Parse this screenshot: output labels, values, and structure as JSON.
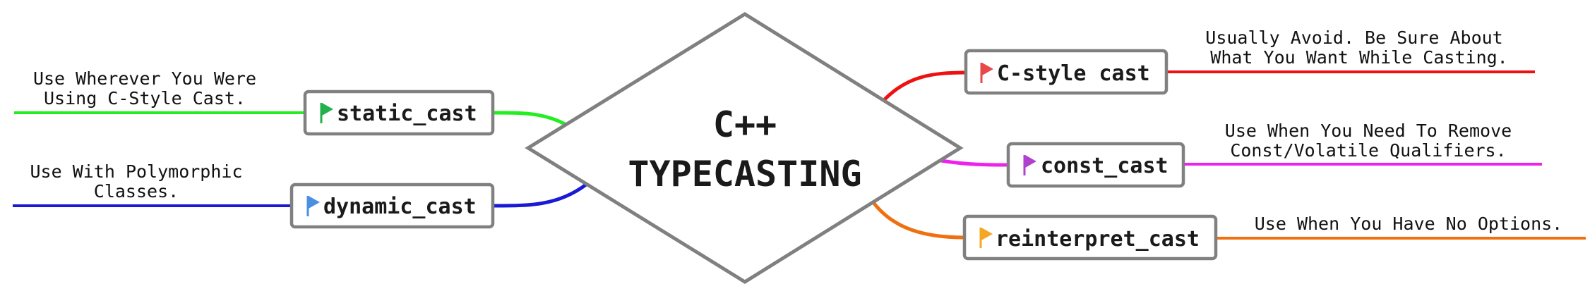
{
  "center": {
    "line1": "C++",
    "line2": "TYPECASTING"
  },
  "left_nodes": [
    {
      "id": "static",
      "label": "static_cast",
      "flag_color": "#22b14c",
      "line_color": "#22ee22",
      "note": [
        "Use Wherever You Were",
        "Using C-Style Cast."
      ]
    },
    {
      "id": "dynamic",
      "label": "dynamic_cast",
      "flag_color": "#4a90e2",
      "line_color": "#1a1ad6",
      "note": [
        "Use With Polymorphic",
        "Classes."
      ]
    }
  ],
  "right_nodes": [
    {
      "id": "cstyle",
      "label": "C-style cast",
      "flag_color": "#e84848",
      "line_color": "#ee1111",
      "note": [
        "Usually Avoid. Be Sure About",
        "What You Want While Casting."
      ]
    },
    {
      "id": "const",
      "label": "const_cast",
      "flag_color": "#b040d0",
      "line_color": "#ee22ee",
      "note": [
        "Use When You Need To Remove",
        "Const/Volatile Qualifiers."
      ]
    },
    {
      "id": "reinterpret",
      "label": "reinterpret_cast",
      "flag_color": "#f5a623",
      "line_color": "#f07010",
      "note": [
        "Use When You Have No Options."
      ]
    }
  ]
}
